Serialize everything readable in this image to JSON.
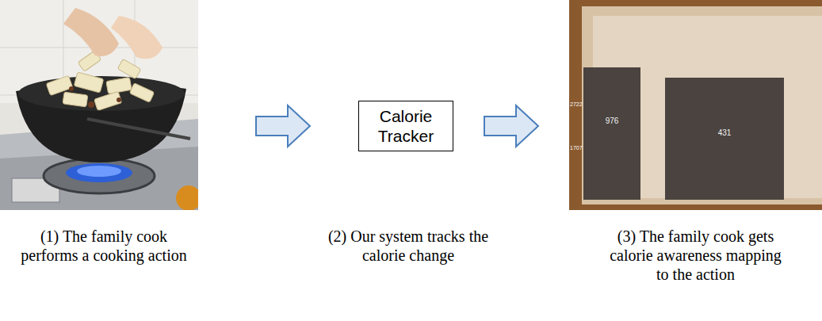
{
  "diagram": {
    "nodes": [
      {
        "text": [
          "(1) The family cook performs a cooking action"
        ]
      },
      {
        "text": [
          "Calorie Tracker"
        ]
      },
      {
        "text": [
          "(3) The family cook gets calorie awareness mapping to the action"
        ]
      },
      {
        "text": [
          "976"
        ],
        "in": 2
      },
      {
        "text": [
          "431"
        ],
        "in": 2
      }
    ],
    "edges": [
      {
        "from": 0,
        "to": 1,
        "arrow": "to"
      },
      {
        "from": 1,
        "to": 2,
        "arrow": "to"
      }
    ],
    "labels": [
      "(2) Our system tracks the calorie change",
      "2722",
      "1707"
    ]
  }
}
